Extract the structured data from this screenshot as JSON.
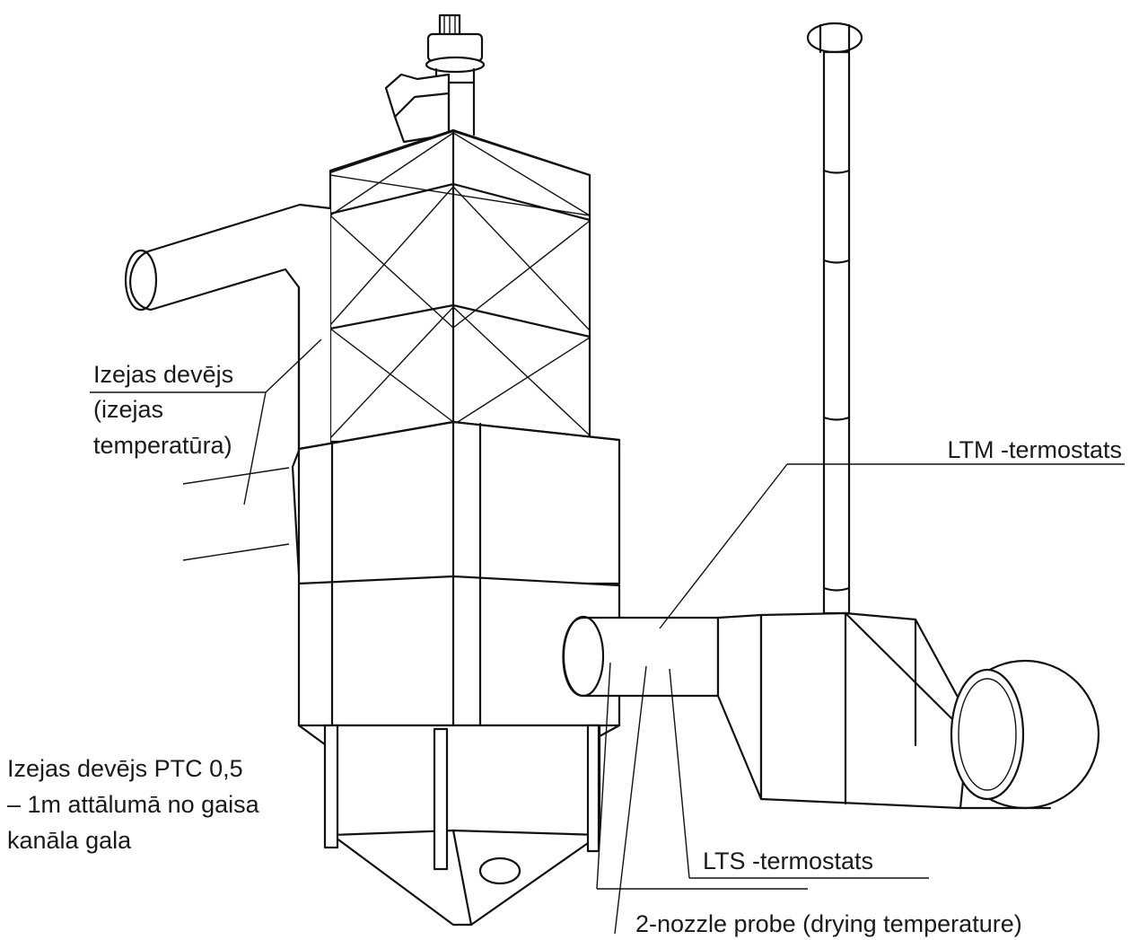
{
  "labels": {
    "exit_sensor_line1": "Izejas devējs",
    "exit_sensor_line2": "(izejas",
    "exit_sensor_line3": "temperatūra)",
    "ltm": "LTM -termostats",
    "ptc_line1": "Izejas devējs PTC 0,5",
    "ptc_line2": "– 1m attālumā no gaisa",
    "ptc_line3": "kanāla gala",
    "lts": "LTS -termostats",
    "probe": "2-nozzle probe (drying temperature)"
  }
}
